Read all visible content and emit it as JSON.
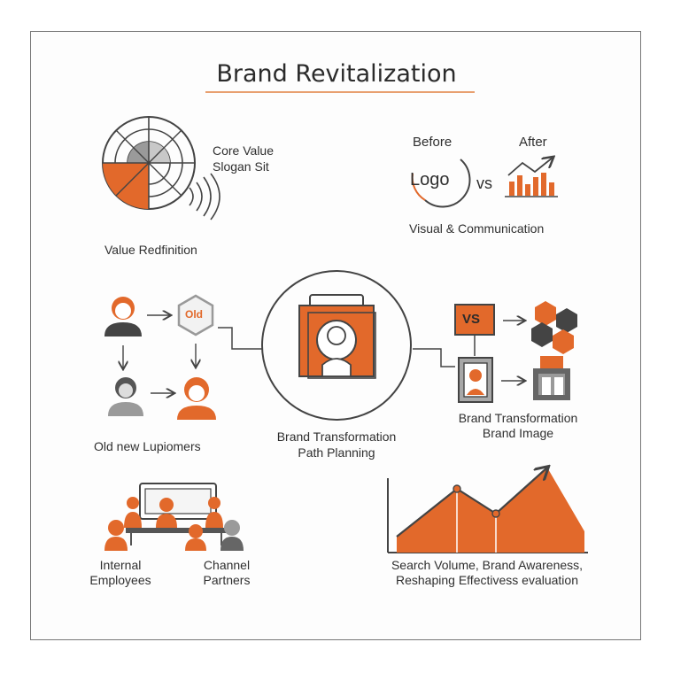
{
  "title": "Brand Revitalization",
  "colors": {
    "accent": "#e2692b",
    "ink": "#3a3a3a",
    "gray": "#9a9a9a",
    "underline": "#e8a070"
  },
  "value_section": {
    "core_value": "Core Value",
    "slogan": "Slogan Sit",
    "caption": "Value Redfinition"
  },
  "visual_section": {
    "before": "Before",
    "after": "After",
    "logo_text": "Logo",
    "vs": "vs",
    "caption": "Visual &  Communication"
  },
  "customer_section": {
    "old_badge": "Old",
    "caption": "Old new Lupiomers"
  },
  "center_section": {
    "caption_line1": "Brand Transformation",
    "caption_line2": "Path Planning"
  },
  "image_section": {
    "vs_badge": "VS",
    "caption_line1": "Brand Transformation",
    "caption_line2": "Brand Image"
  },
  "people_section": {
    "internal_line1": "Internal",
    "internal_line2": "Employees",
    "channel_line1": "Channel",
    "channel_line2": "Partners"
  },
  "metrics_section": {
    "caption_line1": "Search Volume, Brand Awareness,",
    "caption_line2": "Reshaping Effectivess evaluation"
  },
  "icons": [
    "target-radar-icon",
    "sound-waves-icon",
    "logo-circle-icon",
    "bar-chart-icon",
    "person-icon",
    "hexagon-icon",
    "portrait-frame-icon",
    "hexagon-cluster-icon",
    "meeting-icon",
    "growth-chart-icon",
    "arrow-icon"
  ]
}
